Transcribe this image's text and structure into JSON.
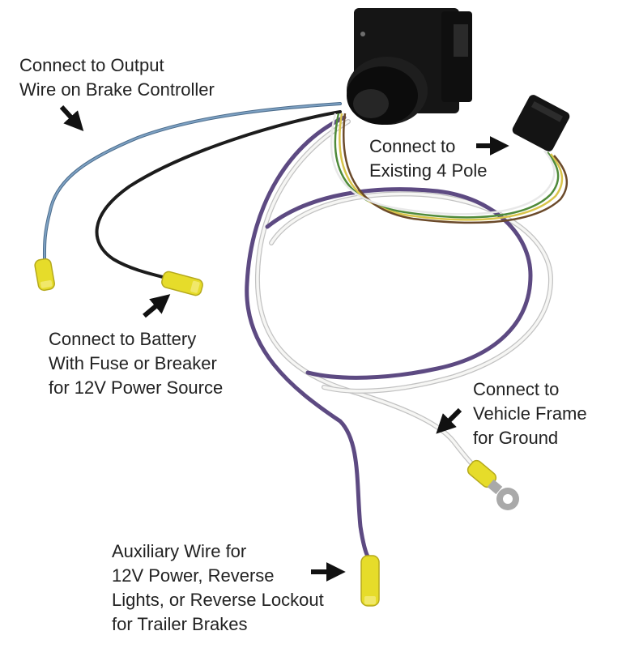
{
  "labels": {
    "brake_controller": {
      "lines": [
        "Connect to Output",
        "Wire on Brake Controller"
      ]
    },
    "four_pole": {
      "lines": [
        "Connect to",
        "Existing 4 Pole"
      ]
    },
    "battery": {
      "lines": [
        "Connect to Battery",
        "With Fuse or Breaker",
        "for 12V Power Source"
      ]
    },
    "ground": {
      "lines": [
        "Connect to",
        "Vehicle Frame",
        "for Ground"
      ]
    },
    "auxiliary": {
      "lines": [
        "Auxiliary Wire for",
        "12V Power, Reverse",
        "Lights, or Reverse Lockout",
        "for Trailer Brakes"
      ]
    }
  },
  "colors": {
    "text": "#222222",
    "connector_body": "#151515",
    "wire_blue": "#6f93b5",
    "wire_black": "#1c1c1c",
    "wire_white": "#f4f4f2",
    "wire_white_edge": "#bdbdbd",
    "wire_purple": "#6e5a92",
    "wire_green": "#4f8a3a",
    "wire_yellow": "#d9c44a",
    "wire_brown": "#6b4a2a",
    "butt_connector": "#e6dc2a",
    "ring_terminal": "#a9a9a9"
  },
  "icons": {
    "arrows": "arrow-icon",
    "connector": "seven-way-connector-icon",
    "four_pole_plug": "four-pole-plug-icon",
    "ring_terminal": "ring-terminal-icon"
  }
}
